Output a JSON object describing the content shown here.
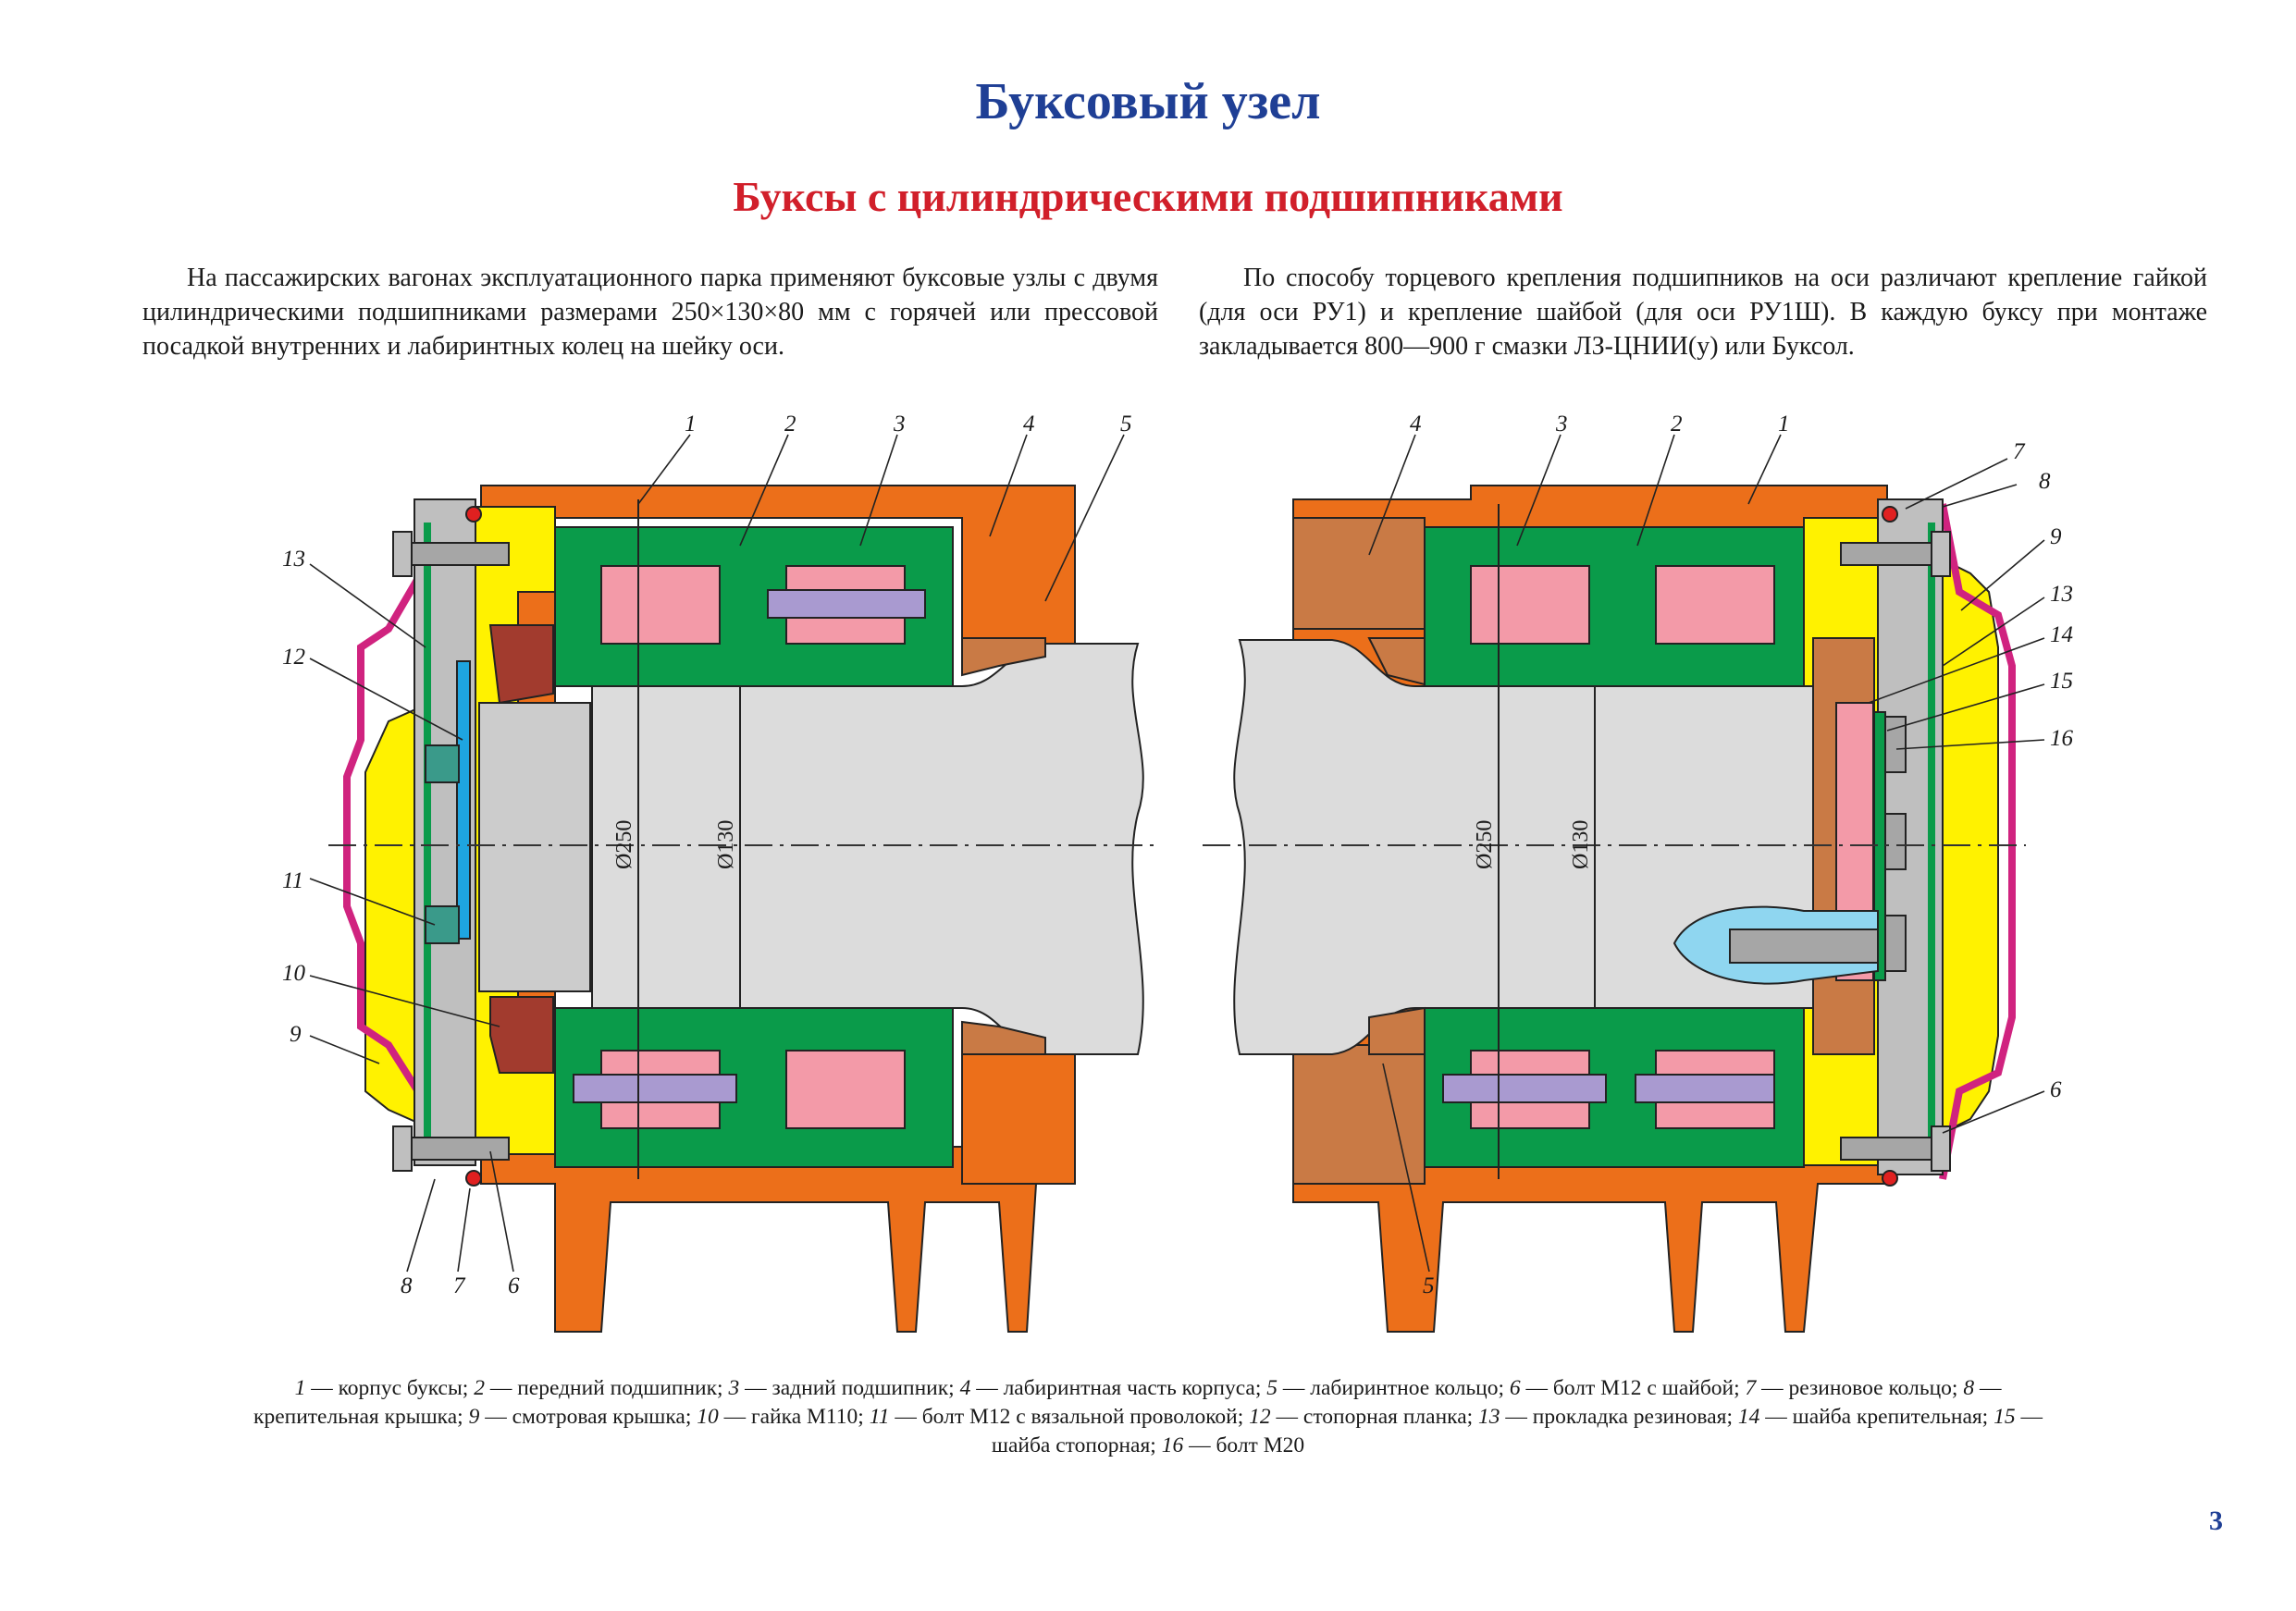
{
  "header": {
    "title": "Буксовый узел",
    "subtitle": "Буксы с цилиндрическими подшипниками"
  },
  "intro": {
    "left": "На пассажирских вагонах эксплуатационного парка применяют буксовые узлы с двумя цилиндрическими подшипниками размерами 250×130×80 мм с горячей или прессовой посадкой внутренних и лабиринтных колец на шейку оси.",
    "right": "По способу торцевого крепления подшипников на оси различают крепление гайкой (для оси РУ1) и крепление шайбой (для оси РУ1Ш). В каждую буксу при монтаже закладывается 800—900 г смазки ЛЗ-ЦНИИ(у) или Буксол."
  },
  "figure": {
    "colors": {
      "housing": "#ec6f1a",
      "grease": "#fff200",
      "bearing_ring": "#0a9b4a",
      "roller": "#f39aa8",
      "roller_alt": "#a99ad0",
      "cover": "#d0237f",
      "nut": "#a23b2e",
      "labyrinth_ring": "#c97a45",
      "stop_plate": "#1ea5e0",
      "axle": "#dcdcdc",
      "bolt": "#a6a6a6"
    },
    "dimensions": {
      "outer": "Ø250",
      "inner": "Ø130"
    },
    "left_labels": [
      "1",
      "2",
      "3",
      "4",
      "5",
      "13",
      "12",
      "11",
      "10",
      "9",
      "8",
      "7",
      "6"
    ],
    "right_labels": [
      "4",
      "3",
      "2",
      "1",
      "7",
      "8",
      "9",
      "13",
      "14",
      "15",
      "16",
      "6",
      "5"
    ]
  },
  "legend": [
    {
      "num": "1",
      "text": " — корпус буксы; "
    },
    {
      "num": "2",
      "text": " — передний подшипник; "
    },
    {
      "num": "3",
      "text": " — задний подшипник; "
    },
    {
      "num": "4",
      "text": " — лабиринтная часть корпуса; "
    },
    {
      "num": "5",
      "text": " — лабиринтное кольцо; "
    },
    {
      "num": "6",
      "text": " — болт М12 с шайбой; "
    },
    {
      "num": "7",
      "text": " — резиновое кольцо; "
    },
    {
      "num": "8",
      "text": " — крепительная крышка; "
    },
    {
      "num": "9",
      "text": " — смотровая крышка; "
    },
    {
      "num": "10",
      "text": " — гайка М110; "
    },
    {
      "num": "11",
      "text": " — болт М12 с вязальной проволокой; "
    },
    {
      "num": "12",
      "text": " — стопорная планка; "
    },
    {
      "num": "13",
      "text": " — прокладка резиновая; "
    },
    {
      "num": "14",
      "text": " — шайба крепительная; "
    },
    {
      "num": "15",
      "text": " — шайба стопорная; "
    },
    {
      "num": "16",
      "text": " — болт М20"
    }
  ],
  "page_number": "3"
}
